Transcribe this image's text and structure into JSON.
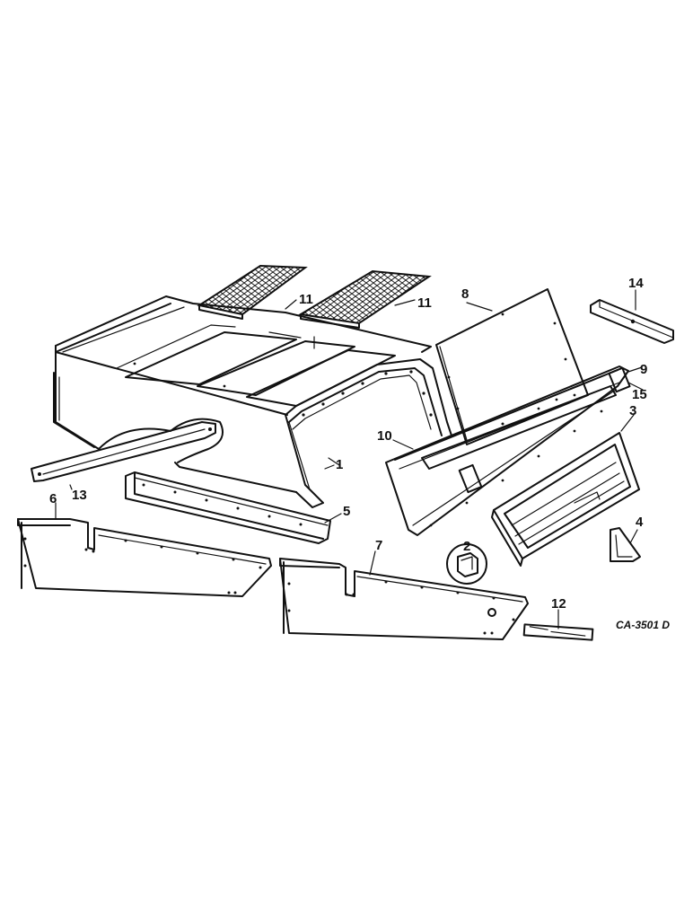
{
  "diagram_code": "CA-3501 D",
  "callouts": {
    "c1": "1",
    "c2": "2",
    "c3": "3",
    "c4": "4",
    "c5": "5",
    "c6": "6",
    "c7": "7",
    "c8": "8",
    "c9": "9",
    "c10": "10",
    "c11a": "11",
    "c11b": "11",
    "c12": "12",
    "c13": "13",
    "c14": "14",
    "c15": "15"
  },
  "colors": {
    "ink": "#111111",
    "paper": "#ffffff"
  }
}
